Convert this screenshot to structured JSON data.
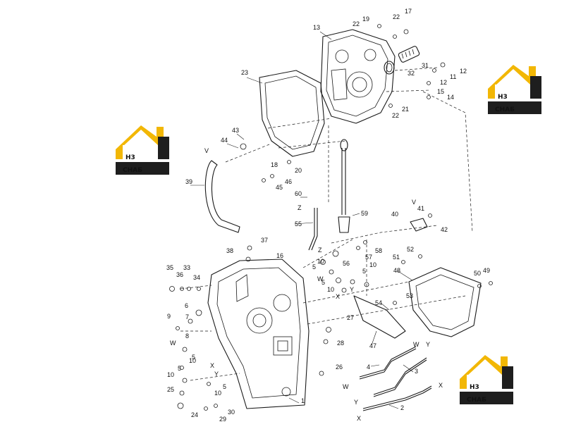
{
  "logo": {
    "brand_main": "H3",
    "brand_sub": "СНАБ",
    "colors": {
      "yellow": "#f2b705",
      "dark": "#1e1e1e",
      "white": "#ffffff"
    }
  },
  "labels": {
    "p1": "1",
    "p2": "2",
    "p3": "3",
    "p4": "4",
    "p5": "5",
    "p6": "6",
    "p7": "7",
    "p8": "8",
    "p9": "9",
    "p10": "10",
    "p11": "11",
    "p12": "12",
    "p13": "13",
    "p14": "14",
    "p15": "15",
    "p16": "16",
    "p17": "17",
    "p18": "18",
    "p19": "19",
    "p20": "20",
    "p21": "21",
    "p22": "22",
    "p23": "23",
    "p24": "24",
    "p25": "25",
    "p26": "26",
    "p27": "27",
    "p28": "28",
    "p29": "29",
    "p30": "30",
    "p31": "31",
    "p32": "32",
    "p33": "33",
    "p34": "34",
    "p35": "35",
    "p36": "36",
    "p37": "37",
    "p38": "38",
    "p39": "39",
    "p40": "40",
    "p41": "41",
    "p42": "42",
    "p43": "43",
    "p44": "44",
    "p45": "45",
    "p46": "46",
    "p47": "47",
    "p48": "48",
    "p49": "49",
    "p50": "50",
    "p51": "51",
    "p52": "52",
    "p53": "53",
    "p54": "54",
    "p55": "55",
    "p56": "56",
    "p57": "57",
    "p58": "58",
    "p59": "59",
    "p60": "60",
    "V": "V",
    "W": "W",
    "X": "X",
    "Y": "Y",
    "Z": "Z"
  }
}
